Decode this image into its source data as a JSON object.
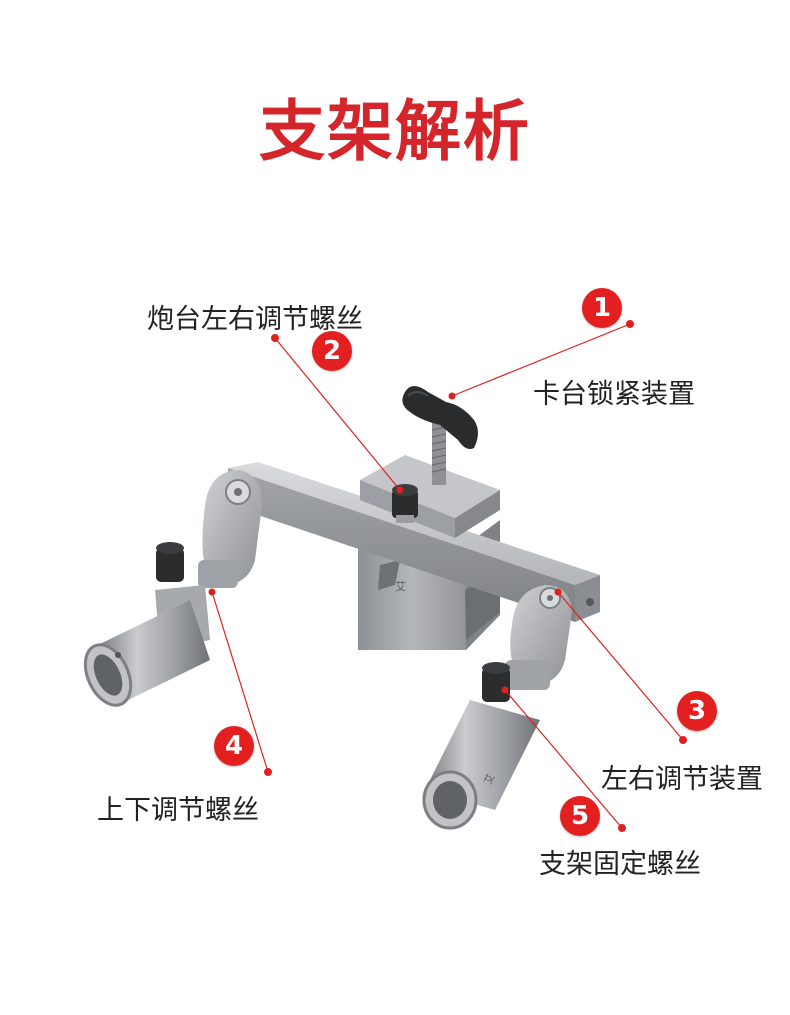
{
  "title": "支架解析",
  "parts": [
    {
      "number": "1",
      "label": "卡台锁紧装置"
    },
    {
      "number": "2",
      "label": "炮台左右调节螺丝"
    },
    {
      "number": "3",
      "label": "左右调节装置"
    },
    {
      "number": "4",
      "label": "上下调节螺丝"
    },
    {
      "number": "5",
      "label": "支架固定螺丝"
    }
  ],
  "colors": {
    "accent": "#d3252a",
    "badge": "#e41f1f",
    "leader": "#e02020",
    "metal": "#a9acaf"
  }
}
